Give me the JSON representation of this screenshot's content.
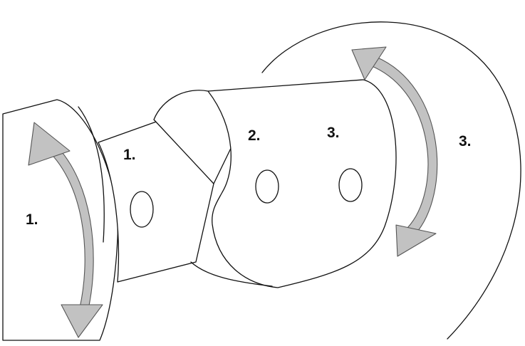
{
  "labels": {
    "left_arrow": "1.",
    "arm": "1.",
    "joint": "2.",
    "head": "3.",
    "right_arrow": "3."
  },
  "colors": {
    "arrow_fill": "#c2c2c2",
    "arrow_stroke": "#555555",
    "outline": "#111111",
    "background": "#ffffff"
  }
}
